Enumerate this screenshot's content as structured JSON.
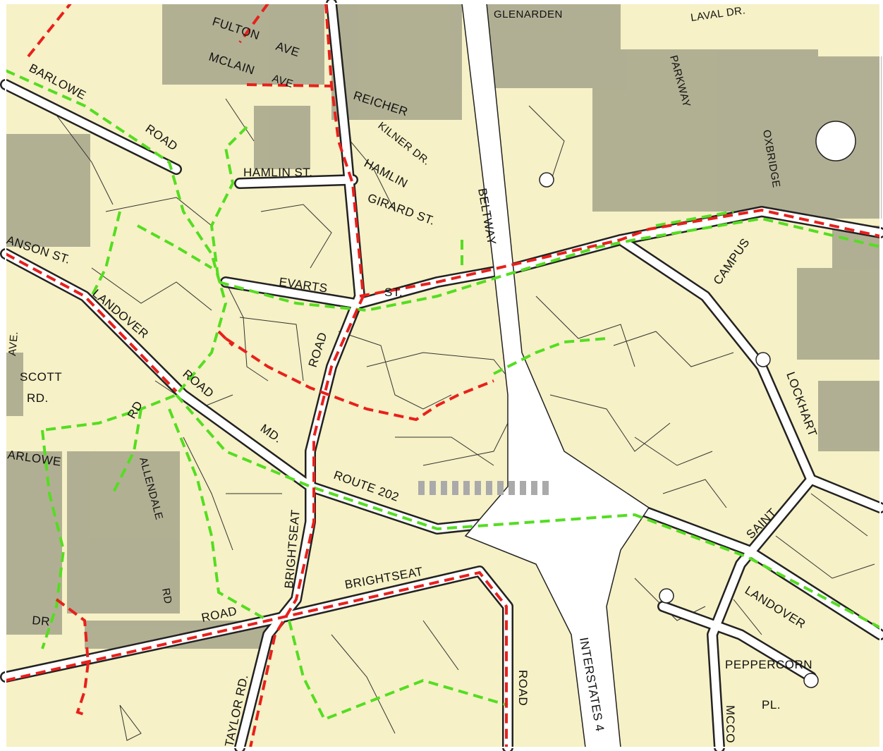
{
  "colors": {
    "land": "#f6f1c6",
    "road_fill": "#ffffff",
    "road_edge": "#222222",
    "parcel_line": "#333333",
    "trail_green": "#55dd22",
    "trail_red": "#e8201c",
    "dense_lots": "#444444",
    "scalebar": "#aaaaaa"
  },
  "labels": {
    "barlowe_road_top": "BARLOWE",
    "road_barlowe": "ROAD",
    "hamlin_st": "HAMLIN ST.",
    "hamlin_right": "HAMLIN",
    "girard_st": "GIRARD ST.",
    "reicher": "REICHER",
    "kilner_dr": "KILNER DR.",
    "evarts": "EVARTS",
    "st_evarts": "ST.",
    "beltway": "BELTWAY",
    "landover": "LANDOVER",
    "road_landover": "ROAD",
    "road_brightseat_n": "ROAD",
    "scott_rd": "SCOTT",
    "scott_rd2": "RD.",
    "md": "MD.",
    "route_202": "ROUTE 202",
    "brightseat_v": "BRIGHTSEAT",
    "brightseat_h": "BRIGHTSEAT",
    "road_brightseat_s": "ROAD",
    "taylor_rd": "TAYLOR RD.",
    "road_east": "ROAD",
    "interstates": "INTERSTATES 4",
    "saint": "SAINT",
    "landover_se": "LANDOVER",
    "peppercorn": "PEPPERCORN",
    "pl": "PL.",
    "mcco": "MCCO",
    "campus": "CAMPUS",
    "lockhart": "LOCKHART",
    "oxbridge": "OXBRIDGE",
    "parkway": "PARKWAY",
    "laval_dr": "LAVAL DR.",
    "glenarden": "GLENARDEN",
    "arlowe": "ARLOWE",
    "rd_left": "RD",
    "ave_left": "AVE.",
    "anson_st": "ANSON ST.",
    "fulton": "FULTON",
    "ave_top": "AVE",
    "mclain": "MCLAIN",
    "ave_top2": "AVE",
    "dr_left": "DR",
    "rd_allendale": "RD",
    "kilmer": "ALLENDALE"
  }
}
